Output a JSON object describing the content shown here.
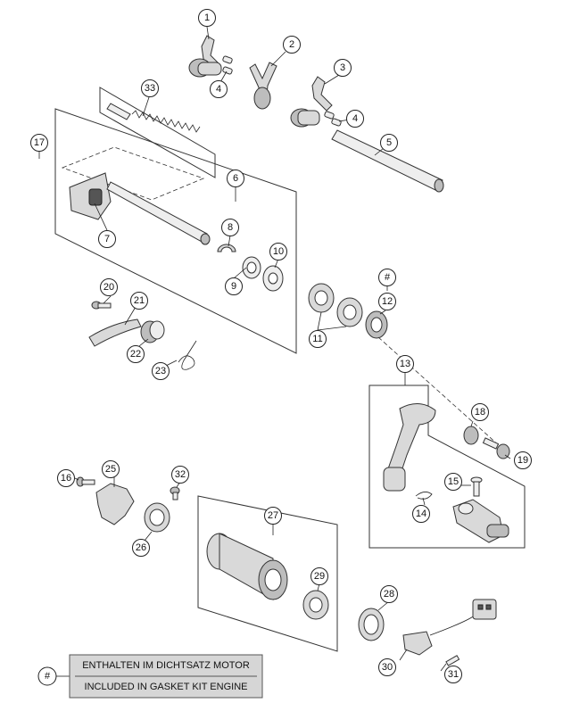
{
  "callouts": [
    "1",
    "2",
    "3",
    "4",
    "4",
    "5",
    "6",
    "7",
    "8",
    "9",
    "10",
    "11",
    "12",
    "13",
    "14",
    "15",
    "16",
    "17",
    "18",
    "19",
    "20",
    "21",
    "22",
    "23",
    "25",
    "26",
    "27",
    "28",
    "29",
    "30",
    "31",
    "32",
    "33"
  ],
  "hash_symbol": "#",
  "legend": {
    "symbol": "#",
    "line1": "ENTHALTEN IM DICHTSATZ MOTOR",
    "line2": "INCLUDED IN GASKET KIT ENGINE"
  }
}
